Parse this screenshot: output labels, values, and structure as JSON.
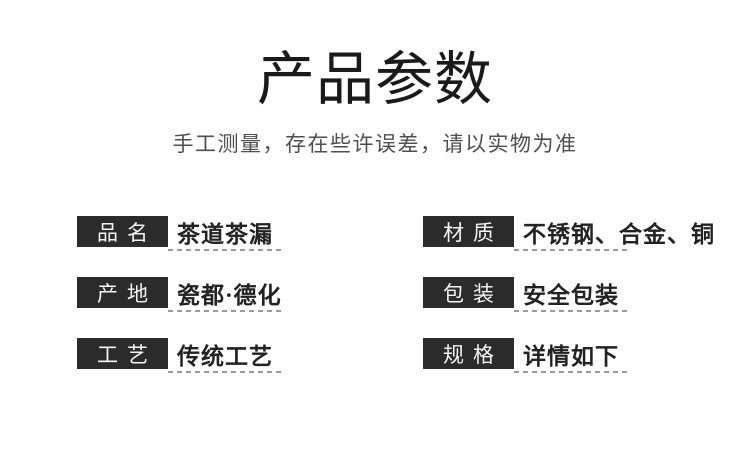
{
  "page": {
    "title": "产品参数",
    "subtitle": "手工测量，存在些许误差，请以实物为准"
  },
  "colors": {
    "page_bg": "#ffffff",
    "title_text": "#1a1a1a",
    "subtitle_text": "#4f4f4f",
    "label_box_bg": "#2b2b2b",
    "label_text": "#f5f5f5",
    "value_text": "#222222",
    "underline": "#9b9b9b"
  },
  "parameters": [
    {
      "label": "品名",
      "value": "茶道茶漏"
    },
    {
      "label": "材质",
      "value": "不锈钢、合金、铜"
    },
    {
      "label": "产地",
      "value": "瓷都·德化"
    },
    {
      "label": "包装",
      "value": "安全包装"
    },
    {
      "label": "工艺",
      "value": "传统工艺"
    },
    {
      "label": "规格",
      "value": "详情如下"
    }
  ]
}
